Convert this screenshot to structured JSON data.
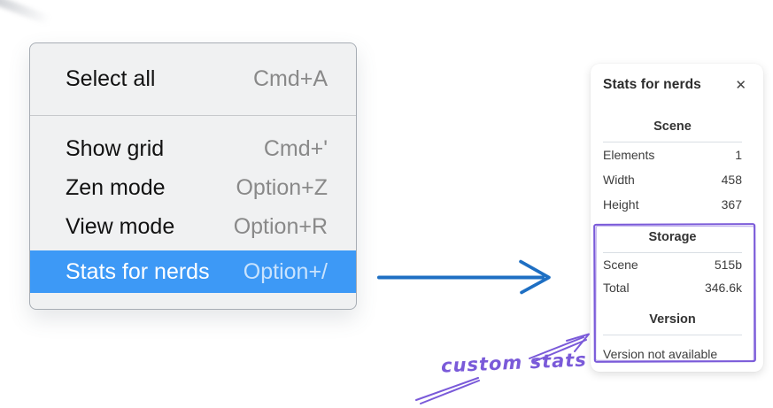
{
  "menu": {
    "items": [
      {
        "label": "Select all",
        "shortcut": "Cmd+A"
      },
      {
        "label": "Show grid",
        "shortcut": "Cmd+'"
      },
      {
        "label": "Zen mode",
        "shortcut": "Option+Z"
      },
      {
        "label": "View mode",
        "shortcut": "Option+R"
      },
      {
        "label": "Stats for nerds",
        "shortcut": "Option+/"
      }
    ],
    "highlighted_item": "Stats for nerds"
  },
  "panel": {
    "title": "Stats for nerds",
    "close_icon": "✕",
    "scene": {
      "heading": "Scene",
      "rows": [
        {
          "label": "Elements",
          "value": "1"
        },
        {
          "label": "Width",
          "value": "458"
        },
        {
          "label": "Height",
          "value": "367"
        }
      ]
    },
    "storage": {
      "heading": "Storage",
      "rows": [
        {
          "label": "Scene",
          "value": "515b"
        },
        {
          "label": "Total",
          "value": "346.6k"
        }
      ]
    },
    "version": {
      "heading": "Version",
      "note": "Version not available"
    }
  },
  "annotation": {
    "label": "custom stats"
  },
  "colors": {
    "menu_highlight": "#3d99f6",
    "menu_background": "#f0f1f2",
    "pointer_arrow_blue": "#1e6fc3",
    "annotation_purple": "#7a5ad9"
  }
}
